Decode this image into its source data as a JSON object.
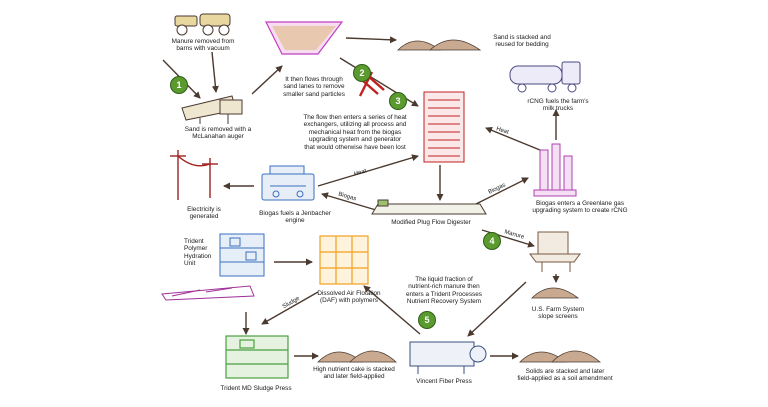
{
  "colors": {
    "arrow": "#4a3a30",
    "sand": "#c9aa90",
    "outline": "#4a3a30",
    "badge": "#5a9a2e",
    "pink": "#c040c0",
    "orange": "#f0a020",
    "blue": "#3a70c0",
    "green": "#4aa040",
    "red": "#c02020",
    "purple": "#6a60b0",
    "tan": "#b09070"
  },
  "badges": [
    "1",
    "2",
    "3",
    "4",
    "5"
  ],
  "icons": [
    "vacuum-truck-icon",
    "sand-lane-icon",
    "sand-pile-icon",
    "sand-separator-icon",
    "heat-exchanger-icon",
    "rcng-truck-icon",
    "power-pole-icon",
    "jenbacher-engine-icon",
    "plug-flow-digester-icon",
    "biogas-upgrading-icon",
    "polymer-hydration-unit-icon",
    "daf-icon",
    "slope-screen-icon",
    "separated-solids-icon",
    "sludge-press-icon",
    "nutrient-cake-icon",
    "fiber-press-icon",
    "solids-pile-icon",
    "stop-valve-icon"
  ],
  "labels": {
    "manure_removed": "Manure removed from\nbarns with vacuum",
    "sand_removed": "Sand is removed with a\nMcLanahan auger",
    "flows_sand_lanes": "It then flows through\nsand lanes to remove\nsmaller sand particles",
    "sand_stacked": "Sand is stacked and\nreused for bedding",
    "rcng_fuels": "rCNG fuels the farm's\nmilk trucks",
    "heat_exchangers": "The flow then enters a series of heat\nexchangers, utilizing all process and\nmechanical heat from the biogas\nupgrading system and generator\nthat would otherwise have been lost",
    "electricity": "Electricity is\ngenerated",
    "biogas_jenbacher": "Biogas fuels a Jenbacher engine",
    "plug_flow": "Modified Plug Flow Digester",
    "biogas_greenlane": "Biogas enters a Greenlane gas\nupgrading system to create rCNG",
    "polymer_unit": "Trident\nPolymer\nHydration\nUnit",
    "daf": "Dissolved Air Flotation\n(DAF) with polymers",
    "liquid_fraction": "The liquid fraction of\nnutrient-rich manure then\nenters a Trident Processes\nNutrient Recovery System",
    "slope_screens": "U.S. Farm System\nslope screens",
    "high_nutrient": "High nutrient cake is stacked\nand later field-applied",
    "solids_stacked": "Solids are stacked and later\nfield-applied as a soil amendment",
    "sludge_press": "Trident MD Sludge Press",
    "fiber_press": "Vincent Fiber Press"
  },
  "arrow_labels": {
    "heat_top": "Heat",
    "heat_mid": "Heat",
    "biogas_left": "Biogas",
    "biogas_right": "Biogas",
    "manure": "Manure",
    "sludge": "Sludge"
  }
}
